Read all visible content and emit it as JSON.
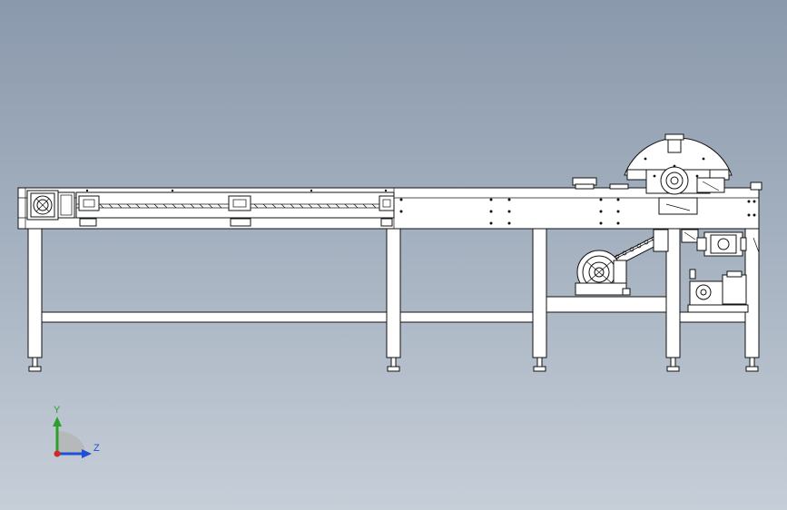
{
  "drawing": {
    "view": "side-view",
    "subject": "belt-conveyor-assembly"
  },
  "triad": {
    "y_label": "Y",
    "z_label": "Z",
    "colors": {
      "y_axis": "#2ca02c",
      "z_axis": "#1f4fd6",
      "origin": "#d62728"
    }
  },
  "colors": {
    "background_top": "#8a99ac",
    "background_bottom": "#c6ced8",
    "line": "#111111",
    "part_fill": "#ffffff"
  }
}
